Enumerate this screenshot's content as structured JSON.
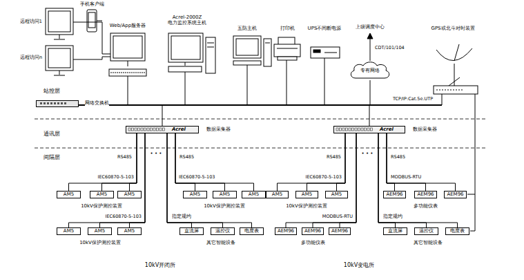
{
  "diagram": {
    "nodes": [
      {
        "text": [
          "网络交换机"
        ]
      },
      {
        "text": [
          "专有网络"
        ]
      },
      {
        "text": [
          "Acrel",
          "数据采集器"
        ]
      },
      {
        "text": [
          "Acrel",
          "数据采集器"
        ]
      },
      {
        "text": [
          "AM5"
        ]
      },
      {
        "text": [
          "AM5"
        ]
      },
      {
        "text": [
          "AM5"
        ]
      },
      {
        "text": [
          "AM5"
        ]
      },
      {
        "text": [
          "AM5"
        ]
      },
      {
        "text": [
          "AM5"
        ]
      },
      {
        "text": [
          "AM5"
        ]
      },
      {
        "text": [
          "AM5"
        ]
      },
      {
        "text": [
          "AM5"
        ]
      },
      {
        "text": [
          "AEM96"
        ]
      },
      {
        "text": [
          "AEM96"
        ]
      },
      {
        "text": [
          "AEM96"
        ]
      },
      {
        "text": [
          "AM5"
        ]
      },
      {
        "text": [
          "AM5"
        ]
      },
      {
        "text": [
          "AM5"
        ]
      },
      {
        "text": [
          "直流屏"
        ]
      },
      {
        "text": [
          "温控仪"
        ]
      },
      {
        "text": [
          "电度表"
        ]
      },
      {
        "text": [
          "AEM96"
        ]
      },
      {
        "text": [
          "AEM96"
        ]
      },
      {
        "text": [
          "AEM96"
        ]
      },
      {
        "text": [
          "直流屏"
        ]
      },
      {
        "text": [
          "温控仪"
        ]
      },
      {
        "text": [
          "电度表"
        ]
      }
    ],
    "edges": [
      {
        "from": 2,
        "to": 4,
        "arrow": "none"
      },
      {
        "from": 2,
        "to": 5,
        "arrow": "none"
      },
      {
        "from": 2,
        "to": 6,
        "arrow": "none"
      },
      {
        "from": 2,
        "to": 7,
        "arrow": "none"
      },
      {
        "from": 2,
        "to": 8,
        "arrow": "none"
      },
      {
        "from": 2,
        "to": 9,
        "arrow": "none"
      },
      {
        "from": 3,
        "to": 10,
        "arrow": "none"
      },
      {
        "from": 3,
        "to": 11,
        "arrow": "none"
      },
      {
        "from": 3,
        "to": 12,
        "arrow": "none"
      },
      {
        "from": 3,
        "to": 13,
        "arrow": "none"
      },
      {
        "from": 3,
        "to": 14,
        "arrow": "none"
      },
      {
        "from": 3,
        "to": 15,
        "arrow": "none"
      },
      {
        "from": 2,
        "to": 16,
        "arrow": "none"
      },
      {
        "from": 2,
        "to": 17,
        "arrow": "none"
      },
      {
        "from": 2,
        "to": 18,
        "arrow": "none"
      },
      {
        "from": 2,
        "to": 19,
        "arrow": "none"
      },
      {
        "from": 2,
        "to": 20,
        "arrow": "none"
      },
      {
        "from": 2,
        "to": 21,
        "arrow": "none"
      },
      {
        "from": 3,
        "to": 22,
        "arrow": "none"
      },
      {
        "from": 3,
        "to": 23,
        "arrow": "none"
      },
      {
        "from": 3,
        "to": 24,
        "arrow": "none"
      },
      {
        "from": 3,
        "to": 25,
        "arrow": "none"
      },
      {
        "from": 3,
        "to": 26,
        "arrow": "none"
      },
      {
        "from": 3,
        "to": 27,
        "arrow": "none"
      }
    ],
    "labels": [
      "手机客户端",
      "远程访问1",
      "远程访问n",
      "Web/App服务器",
      "Acrel-2000Z 电力监控系统主机",
      "五防主机",
      "打印机",
      "UPS不间断电源",
      "上级调度中心",
      "CDT/101/104",
      "GPS或北斗对时装置",
      "站控层",
      "TCP/IP:Cat.5e.UTP",
      "通讯层",
      "间隔层",
      "RS485",
      "• • •",
      "RS485",
      "RS485",
      "• • •",
      "RS485",
      "IEC60870-5-103",
      "IEC60870-5-103",
      "IEC60870-5-103",
      "MODBUS-RTU",
      "10kV保护测控装置",
      "10kV保护测控装置",
      "10kV保护测控装置",
      "多功能仪表",
      "IEC60870-5-103",
      "指定规约",
      "MODBUS-RTU",
      "指定规约",
      "10kV保护测控装置",
      "其它智能设备",
      "多功能仪表",
      "其它智能设备",
      "10kV开闭所",
      "10kV变电所"
    ]
  }
}
